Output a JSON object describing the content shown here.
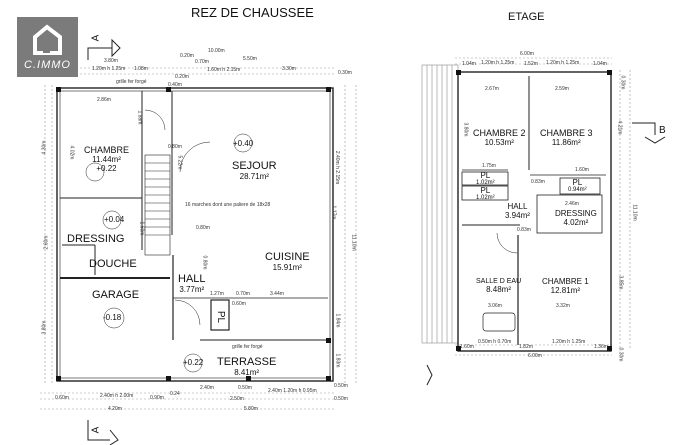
{
  "logo": {
    "text": "C.IMMO"
  },
  "ground_floor": {
    "title": "REZ DE CHAUSSEE",
    "section_marker": "A",
    "rooms": [
      {
        "name": "CHAMBRE",
        "area": "11.44m²",
        "level": "+0.22"
      },
      {
        "name": "SEJOUR",
        "area": "28.71m²",
        "level": "+0.40"
      },
      {
        "name": "DRESSING",
        "area": "",
        "level": "+0.04"
      },
      {
        "name": "DOUCHE",
        "area": "",
        "level": ""
      },
      {
        "name": "GARAGE",
        "area": "",
        "level": "-0.18"
      },
      {
        "name": "HALL",
        "area": "3.77m²",
        "level": ""
      },
      {
        "name": "CUISINE",
        "area": "15.91m²",
        "level": ""
      },
      {
        "name": "TERRASSE",
        "area": "8.41m²",
        "level": "+0.22"
      },
      {
        "name": "PL",
        "area": "",
        "level": ""
      }
    ],
    "notes": {
      "stairs": "16 marches dont une paliere de 18x28",
      "grille1": "grille fer forgé",
      "grille2": "grille fer forgé"
    },
    "dimensions": [
      "10.00m",
      "3.80m",
      "0.20m",
      "0.70m",
      "5.50m",
      "1.20m h 1.25m",
      "1.08m",
      "1.60m h 2.15m",
      "3.30m",
      "0.30m",
      "0.20m",
      "0.40m",
      "2.86m",
      "1.88m",
      "4.02m",
      "4.30m",
      "5.22m",
      "0.80m",
      "0.80m",
      "2.60m",
      "1.60m",
      "0.80m",
      "11.10m",
      "1.17m",
      "2.40m h 2.15m",
      "1.27m",
      "0.70m",
      "3.44m",
      "0.60m",
      "3.80m",
      "1.84m",
      "1.83m",
      "0.60m",
      "2.40m h 2.00m",
      "0.90m",
      "0.24",
      "2.40m",
      "0.50m",
      "2.50m",
      "2.40m 1.20m h 0.95m",
      "0.50m",
      "0.50m",
      "4.20m",
      "5.80m"
    ]
  },
  "upper_floor": {
    "title": "ETAGE",
    "section_marker": "B",
    "rooms": [
      {
        "name": "CHAMBRE 2",
        "area": "10.53m²"
      },
      {
        "name": "CHAMBRE 3",
        "area": "11.86m²"
      },
      {
        "name": "PL",
        "area": "1.02m²"
      },
      {
        "name": "PL",
        "area": "1.02m²"
      },
      {
        "name": "PL",
        "area": "0.94m²"
      },
      {
        "name": "HALL",
        "area": "3.94m²"
      },
      {
        "name": "DRESSING",
        "area": "4.02m²"
      },
      {
        "name": "SALLE D EAU",
        "area": "8.48m²"
      },
      {
        "name": "CHAMBRE 1",
        "area": "12.81m²"
      }
    ],
    "dimensions": [
      "6.00m",
      "1.04m",
      "1.20m h 1.25m",
      "1.52m",
      "1.20m h 1.25m",
      "1.04m",
      "0.30m",
      "2.67m",
      "2.59m",
      "4.21m",
      "3.80m",
      "1.75m",
      "1.60m",
      "0.83m",
      "2.46m",
      "0.83m",
      "3.06m",
      "3.32m",
      "11.10m",
      "3.85m",
      "1.60m",
      "0.50m h 0.70m",
      "1.82m",
      "1.20m h 1.25m",
      "1.36m",
      "0.30m",
      "6.00m"
    ]
  }
}
